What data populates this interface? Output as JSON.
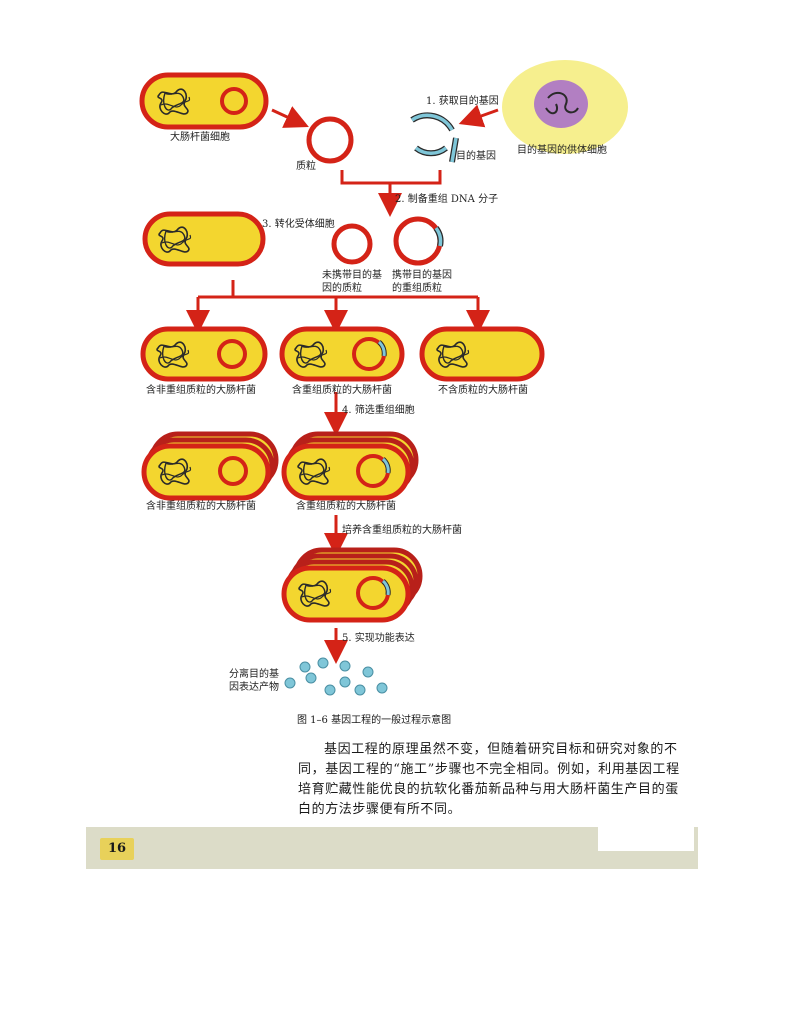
{
  "figure": {
    "labels": {
      "ecoli_cell": "大肠杆菌细胞",
      "plasmid": "质粒",
      "step1": "1. 获取目的基因",
      "target_gene": "目的基因",
      "donor_cell": "目的基因的供体细胞",
      "step2": "2. 制备重组 DNA 分子",
      "step3": "3. 转化受体细胞",
      "plasmid_without_gene": "未携带目的基因的质粒",
      "plasmid_with_gene": "携带目的基因的重组质粒",
      "bac_nonrecomb": "含非重组质粒的大肠杆菌",
      "bac_recomb": "含重组质粒的大肠杆菌",
      "bac_none": "不含质粒的大肠杆菌",
      "step4": "4. 筛选重组细胞",
      "bac_nonrecomb_2": "含非重组质粒的大肠杆菌",
      "bac_recomb_2": "含重组质粒的大肠杆菌",
      "culture": "培养含重组质粒的大肠杆菌",
      "step5": "5. 实现功能表达",
      "product": "分离目的基因表达产物"
    },
    "caption": "图 1–6    基因工程的一般过程示意图"
  },
  "body_text": "基因工程的原理虽然不变，但随着研究目标和研究对象的不同，基因工程的“施工”步骤也不完全相同。例如，利用基因工程培育贮藏性能优良的抗软化番茄新品种与用大肠杆菌生产目的蛋白的方法步骤便有所不同。",
  "page_number": "16",
  "colors": {
    "cell_fill": "#f3d62f",
    "cell_border": "#d42317",
    "plasmid": "#d42317",
    "gene_blue": "#7fc6d8",
    "protein": "#7fc6d8",
    "donor_cell": "#f6ef8e",
    "nucleus": "#b27fc2",
    "footer": "#dcdcc8"
  }
}
